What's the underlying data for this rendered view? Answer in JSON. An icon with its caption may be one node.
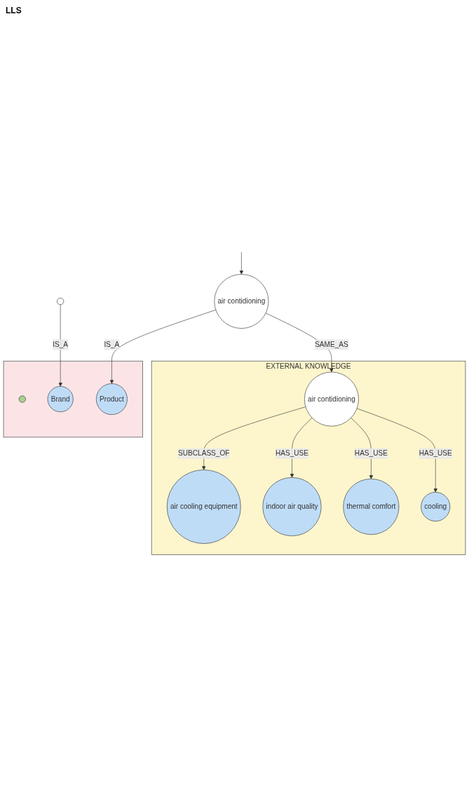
{
  "diagram": {
    "nodes": [
      {
        "text": [],
        "shape": "box"
      },
      {
        "text": [],
        "shape": "circle",
        "in": 0
      },
      {
        "text": [
          "Brand"
        ],
        "in": 0
      },
      {
        "text": [
          "Product"
        ],
        "in": 0
      },
      {
        "text": [],
        "shape": "circle"
      },
      {
        "text": [
          "air contidioning"
        ]
      },
      {
        "text": [
          "EXTERNAL KNOWLEDGE"
        ]
      },
      {
        "text": [
          "air contidioning"
        ],
        "in": 6
      },
      {
        "text": [
          "air cooling equipment"
        ],
        "in": 6
      },
      {
        "text": [
          "thermal comfort"
        ],
        "in": 6
      },
      {
        "text": [
          "cooling"
        ],
        "in": 6
      },
      {
        "text": [
          "indoor air quality"
        ],
        "in": 6
      }
    ],
    "edges": [
      {
        "from": 4,
        "to": 2,
        "label": "IS_A",
        "arrow": "to"
      },
      {
        "from": 5,
        "to": 3,
        "label": "IS_A",
        "arrow": "to"
      },
      {
        "from": null,
        "to": 5,
        "arrow": "to"
      },
      {
        "from": 5,
        "to": 7,
        "label": "SAME_AS",
        "arrow": "to"
      },
      {
        "from": 7,
        "to": 8,
        "label": "SUBCLASS_OF",
        "arrow": "to"
      },
      {
        "from": 7,
        "to": 11,
        "label": "HAS_USE",
        "arrow": "to"
      },
      {
        "from": 7,
        "to": 9,
        "label": "HAS_USE",
        "arrow": "to"
      },
      {
        "from": 7,
        "to": 10,
        "label": "HAS_USE",
        "arrow": "to"
      }
    ],
    "labels": [
      "LLS"
    ]
  }
}
